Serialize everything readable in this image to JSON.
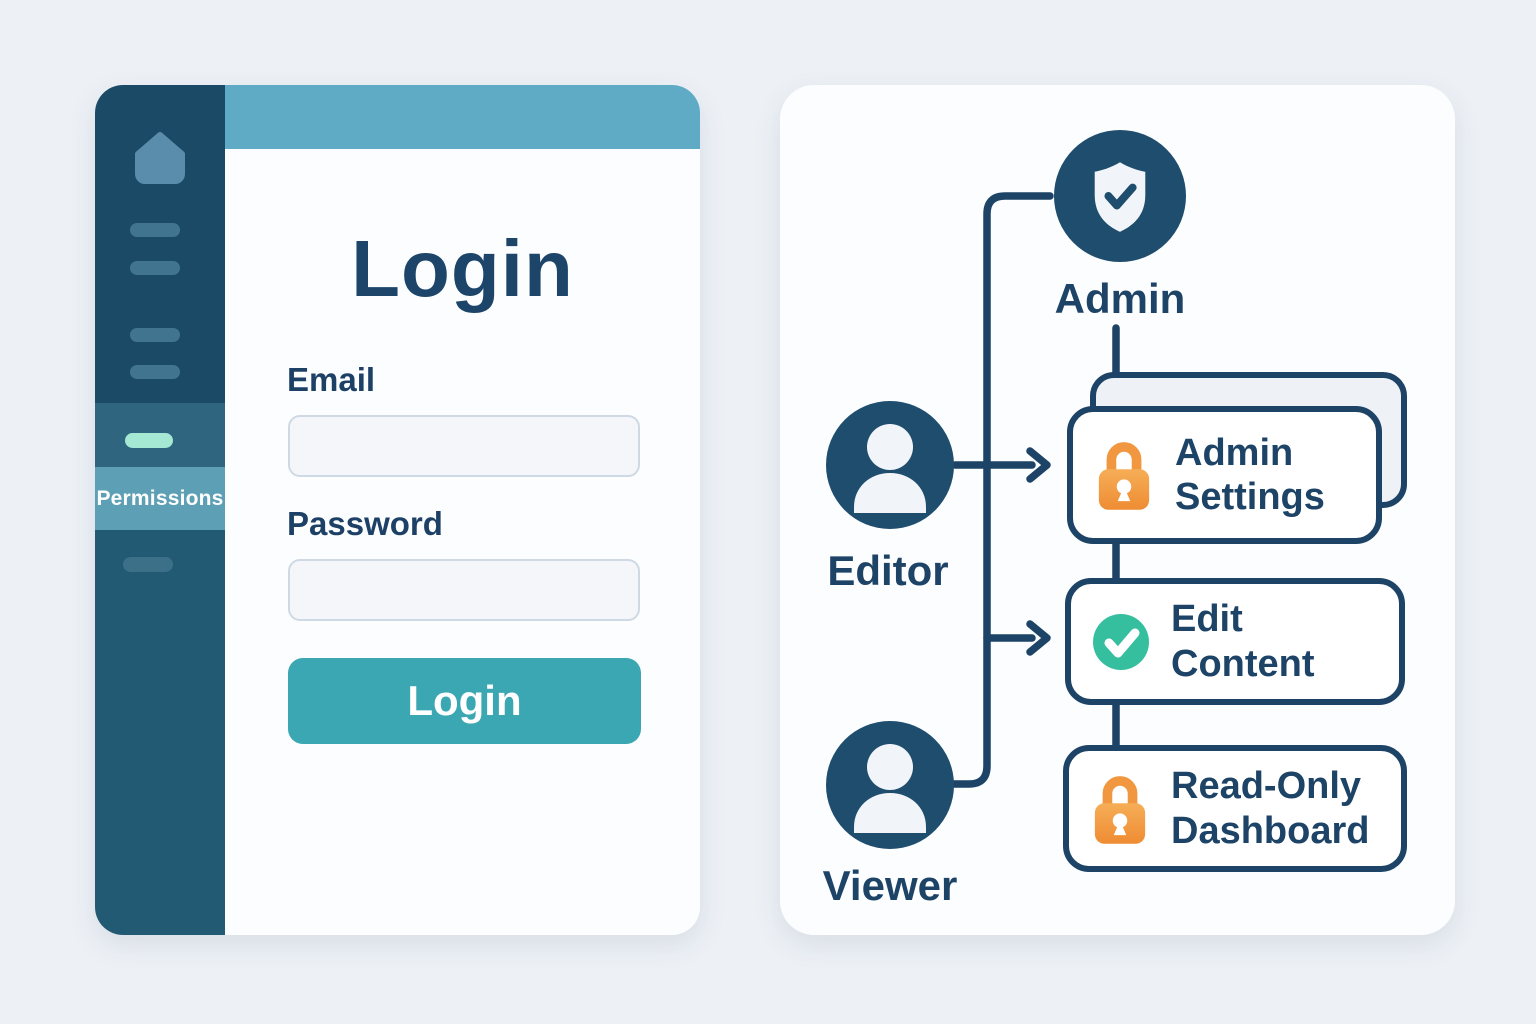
{
  "login_panel": {
    "title": "Login",
    "sidebar": {
      "permissions_label": "Permissions",
      "home_icon": "home-icon",
      "active_item_color": "#a5e9d4"
    },
    "form": {
      "email_label": "Email",
      "email_value": "",
      "password_label": "Password",
      "password_value": "",
      "submit_label": "Login"
    }
  },
  "diagram_panel": {
    "roles": [
      {
        "id": "admin",
        "label": "Admin",
        "icon": "shield-check-icon"
      },
      {
        "id": "editor",
        "label": "Editor",
        "icon": "user-icon"
      },
      {
        "id": "viewer",
        "label": "Viewer",
        "icon": "user-icon"
      }
    ],
    "permissions": [
      {
        "id": "admin-settings",
        "lines": [
          "Admin",
          "Settings"
        ],
        "icon": "lock-icon"
      },
      {
        "id": "edit-content",
        "lines": [
          "Edit",
          "Content"
        ],
        "icon": "check-circle-icon"
      },
      {
        "id": "read-only-dashboard",
        "lines": [
          "Read-Only",
          "Dashboard"
        ],
        "icon": "lock-icon"
      }
    ]
  },
  "colors": {
    "page_bg": "#edf1f6",
    "navy": "#1d4366",
    "circle_navy": "#1e4d6e",
    "header_teal": "#5faac5",
    "button_teal": "#3ba7b2",
    "sidebar_dark": "#1b4a66",
    "sidebar_slate": "#30657f",
    "permissions_band": "#5d9fb5",
    "sidebar_bottom": "#215a72",
    "mint_accent": "#a5e9d4",
    "lock_orange": "#f0973f",
    "check_green": "#35bf9e"
  }
}
